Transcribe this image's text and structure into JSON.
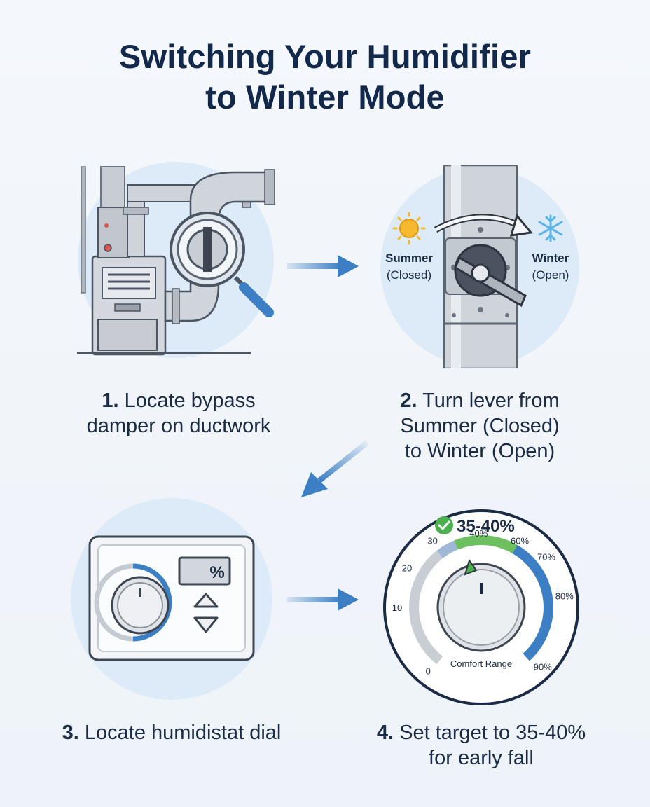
{
  "title": {
    "line1": "Switching Your Humidifier",
    "line2": "to Winter Mode"
  },
  "steps": [
    {
      "number": "1.",
      "line1": "Locate bypass",
      "line2": "damper on ductwork"
    },
    {
      "number": "2.",
      "line1": "Turn lever from",
      "line2": "Summer (Closed)",
      "line3": "to Winter (Open)"
    },
    {
      "number": "3.",
      "line1": "Locate humidistat dial"
    },
    {
      "number": "4.",
      "line1": "Set target to 35-40%",
      "line2": "for early fall"
    }
  ],
  "damper": {
    "summer_label": "Summer",
    "summer_state": "(Closed)",
    "winter_label": "Winter",
    "winter_state": "(Open)"
  },
  "humidistat": {
    "display": "%"
  },
  "dial": {
    "target": "35-40%",
    "ticks": [
      "0",
      "10",
      "20",
      "30",
      "40%",
      "60%",
      "70%",
      "80%",
      "90%"
    ],
    "range_label": "Comfort Range",
    "target_range_percent": [
      35,
      40
    ]
  },
  "colors": {
    "accent": "#3d7fc4",
    "green": "#4caf50",
    "title": "#13294b",
    "sun": "#f5b82e",
    "snow": "#5ab4e6"
  }
}
